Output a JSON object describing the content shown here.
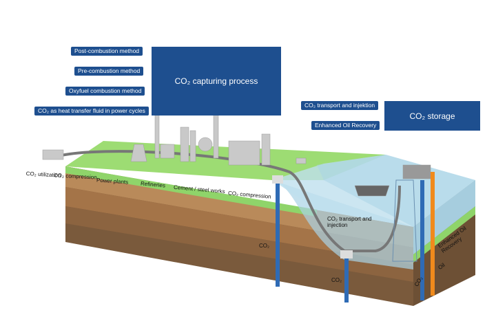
{
  "capture": {
    "title": "CO₂ capturing process",
    "methods": [
      "Post-combustion method",
      "Pre-combustion method",
      "Oxyfuel combustion method",
      "CO₂ as heat transfer fluid in power cycles"
    ]
  },
  "storage": {
    "title": "CO₂ storage",
    "methods": [
      "CO₂ transport and injektion",
      "Enhanced Oil Recovery"
    ]
  },
  "surface_labels": [
    "CO₂ utilization",
    "CO₂ compression",
    "Power plants",
    "Refineries",
    "Cement / steel works",
    "CO₂ compression"
  ],
  "underground_labels": {
    "transport": "CO₂ transport and injection",
    "co2_a": "CO₂",
    "co2_b": "CO₂",
    "co2_c": "CO₂",
    "eor": "Enhanced Oil Recovery",
    "oil": "Oil"
  },
  "colors": {
    "box": "#1e4f8f",
    "grass": "#8fd46a",
    "soil": "#b98a5a",
    "water": "#a9d3e6",
    "pipe_blue": "#2f6bb5",
    "pipe_orange": "#f08a1c"
  }
}
